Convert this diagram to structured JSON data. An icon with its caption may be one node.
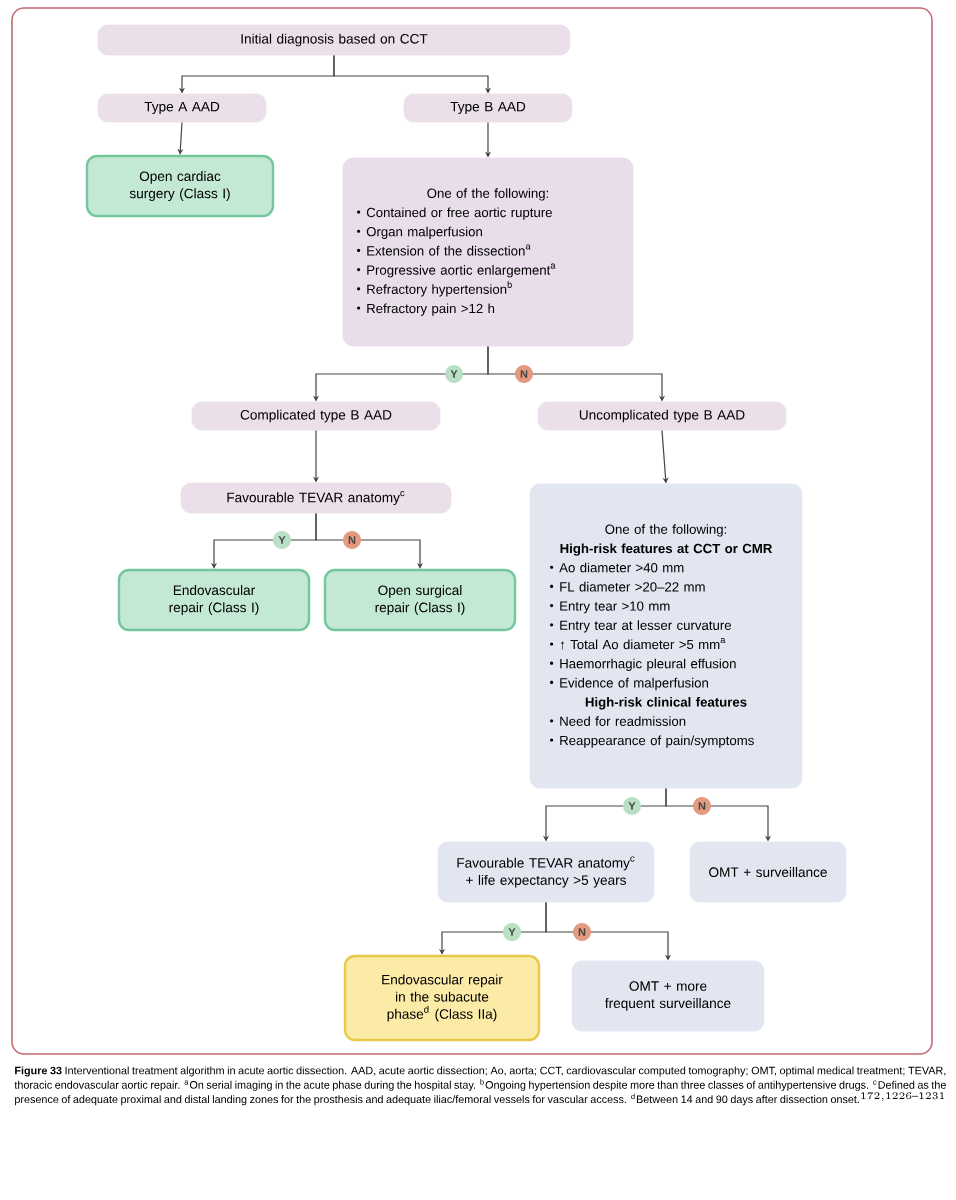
{
  "diagram": {
    "nodes": [
      {
        "text": [
          "Initial diagnosis based on CCT"
        ]
      },
      {
        "text": [
          "Type A AAD"
        ]
      },
      {
        "text": [
          "Type B AAD"
        ]
      },
      {
        "text": [
          "Open cardiac surgery (Class I)"
        ]
      },
      {
        "text": [
          "One of the following:",
          "Contained or free aortic rupture",
          "Organ malperfusion",
          "Extension of the dissection$^{a}$",
          "Progressive aortic enlargement$^{a}$",
          "Refractory hypertension$^{b}$",
          "Refractory pain >12 h"
        ]
      },
      {
        "text": [
          "Complicated type B AAD"
        ]
      },
      {
        "text": [
          "Uncomplicated type B AAD"
        ]
      },
      {
        "text": [
          "Favourable TEVAR anatomy$^{c}$"
        ]
      },
      {
        "text": [
          "Endovascular repair (Class I)"
        ]
      },
      {
        "text": [
          "Open surgical repair (Class I)"
        ]
      },
      {
        "text": [
          "One of the following:",
          "High-risk features at CCT or CMR",
          "Ao diameter >40 mm",
          "FL diameter >20–22 mm",
          "Entry tear >10 mm",
          "Entry tear at lesser curvature",
          "↑ Total Ao diameter >5 mm$^{a}$",
          "Haemorrhagic pleural effusion",
          "Evidence of malperfusion",
          "High-risk clinical features",
          "Need for readmission",
          "Reappearance of pain/symptoms"
        ]
      },
      {
        "text": [
          "Favourable TEVAR anatomy$^{c}$ + life expectancy >5 years"
        ]
      },
      {
        "text": [
          "OMT + surveillance"
        ]
      },
      {
        "text": [
          "Endovascular repair in the subacute phase$^{d}$ (Class IIa)"
        ]
      },
      {
        "text": [
          "OMT + more frequent surveillance"
        ]
      }
    ],
    "edges": [
      {
        "from": 0,
        "to": 1,
        "arrow": "to"
      },
      {
        "from": 0,
        "to": 2,
        "arrow": "to"
      },
      {
        "from": 1,
        "to": 3,
        "arrow": "to"
      },
      {
        "from": 2,
        "to": 4,
        "arrow": "to"
      },
      {
        "from": 4,
        "to": 5,
        "arrow": "to",
        "label": "Y"
      },
      {
        "from": 4,
        "to": 6,
        "arrow": "to",
        "label": "N"
      },
      {
        "from": 5,
        "to": 7,
        "arrow": "to"
      },
      {
        "from": 6,
        "to": 10,
        "arrow": "to"
      },
      {
        "from": 7,
        "to": 8,
        "arrow": "to",
        "label": "Y"
      },
      {
        "from": 7,
        "to": 9,
        "arrow": "to",
        "label": "N"
      },
      {
        "from": 10,
        "to": 11,
        "arrow": "to",
        "label": "Y"
      },
      {
        "from": 10,
        "to": 12,
        "arrow": "to",
        "label": "N"
      },
      {
        "from": 11,
        "to": 13,
        "arrow": "to",
        "label": "Y"
      },
      {
        "from": 11,
        "to": 14,
        "arrow": "to",
        "label": "N"
      }
    ],
    "caption": "**Figure 33** Interventional treatment algorithm in acute aortic dissection. AAD, acute aortic dissection; Ao, aorta; CCT, cardiovascular computed tomography; OMT, optimal medical treatment; TEVAR, thoracic endovascular aortic repair. $^{a}$On serial imaging in the acute phase during the hospital stay. $^{b}$Ongoing hypertension despite more than three classes of antihypertensive drugs. $^{c}$Defined as the presence of adequate proximal and distal landing zones for the prosthesis and adequate iliac/femoral vessels for vascular access. $^{d}$Between 14 and 90 days after dissection onset.",
    "labels": [
      "^{172,1226\\mbox{–}1231}"
    ]
  }
}
